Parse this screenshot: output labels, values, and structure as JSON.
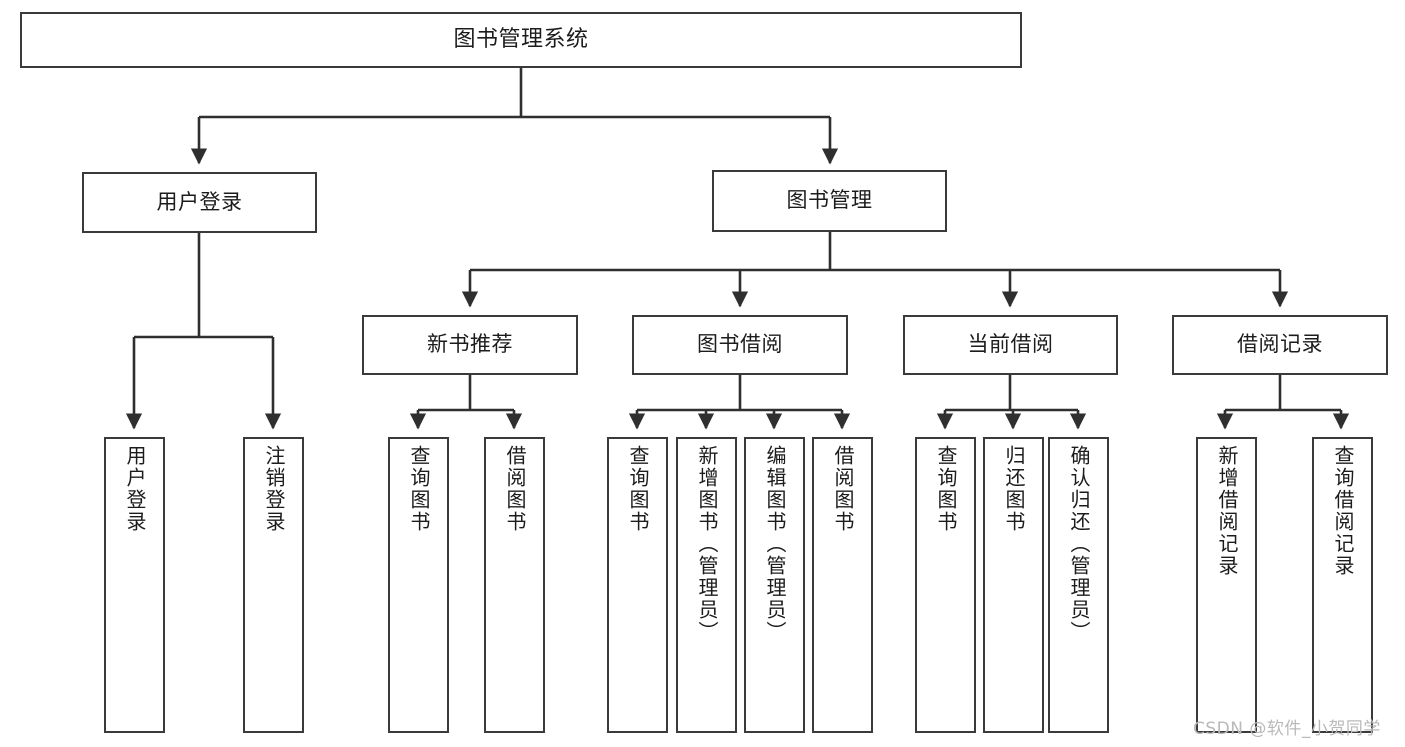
{
  "diagram": {
    "title": "图书管理系统",
    "type": "tree-hierarchy-diagram",
    "stroke_color": "#3a3a3a",
    "background_color": "#ffffff",
    "text_color": "#1c1c1c"
  },
  "root": {
    "label": "图书管理系统"
  },
  "level2": [
    {
      "label": "用户登录"
    },
    {
      "label": "图书管理"
    }
  ],
  "level3": [
    {
      "label": "新书推荐"
    },
    {
      "label": "图书借阅"
    },
    {
      "label": "当前借阅"
    },
    {
      "label": "借阅记录"
    }
  ],
  "leaves": {
    "user_login": [
      {
        "label": "用户登录"
      },
      {
        "label": "注销登录"
      }
    ],
    "new_book_recommend": [
      {
        "label": "查询图书"
      },
      {
        "label": "借阅图书"
      }
    ],
    "book_borrow": [
      {
        "label": "查询图书"
      },
      {
        "label": "新增图书（管理员）"
      },
      {
        "label": "编辑图书（管理员）"
      },
      {
        "label": "借阅图书"
      }
    ],
    "current_borrow": [
      {
        "label": "查询图书"
      },
      {
        "label": "归还图书"
      },
      {
        "label": "确认归还（管理员）"
      }
    ],
    "borrow_record": [
      {
        "label": "新增借阅记录"
      },
      {
        "label": "查询借阅记录"
      }
    ]
  },
  "watermark": {
    "text": "CSDN @软件_小贺同学"
  }
}
